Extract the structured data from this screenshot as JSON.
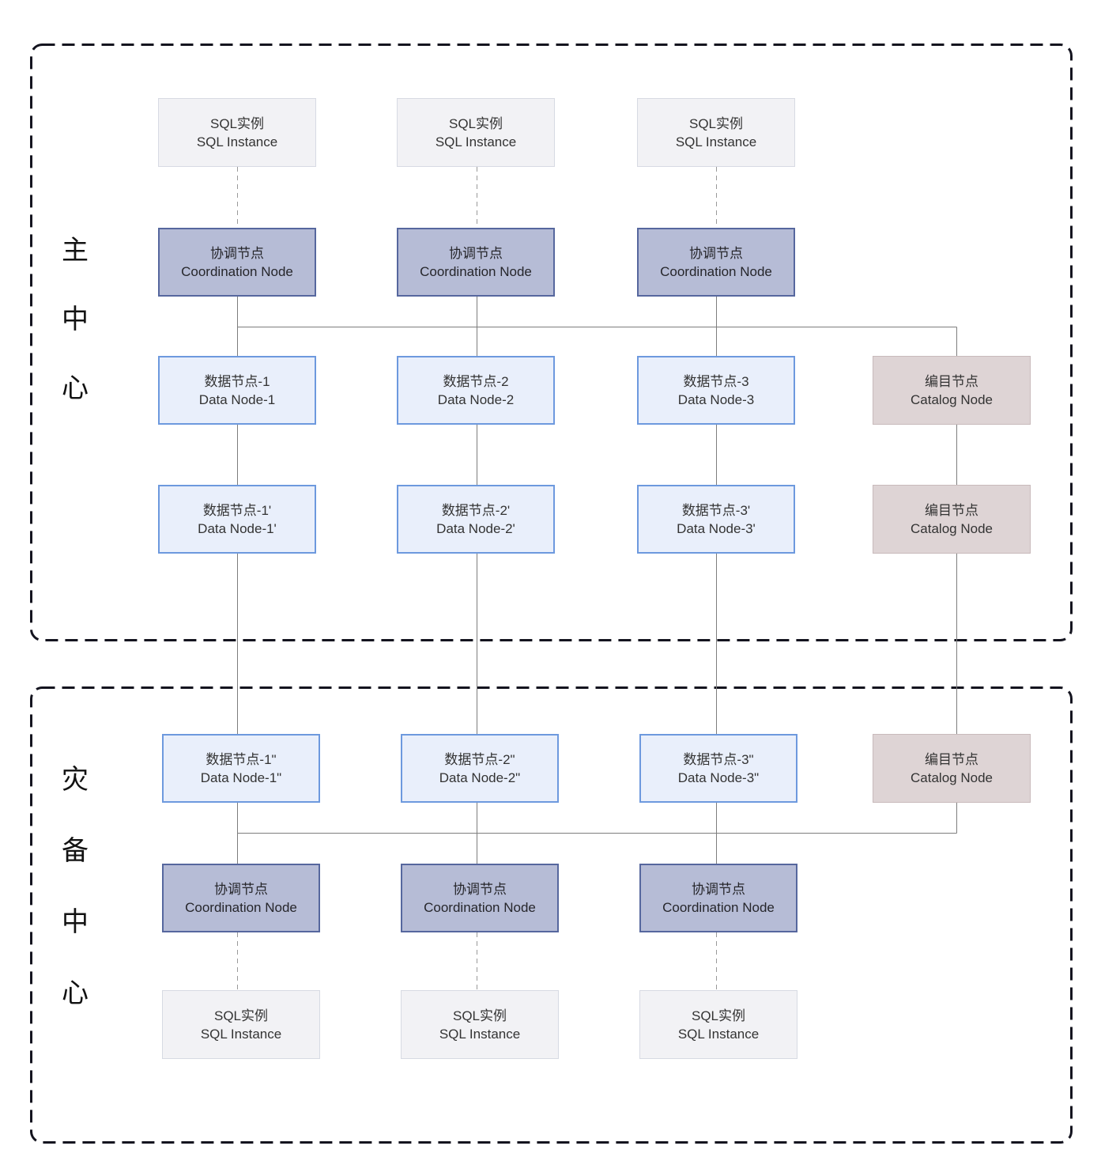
{
  "main_center": {
    "label_chars": [
      "主",
      "中",
      "心"
    ],
    "sql_instances": [
      {
        "zh": "SQL实例",
        "en": "SQL Instance"
      },
      {
        "zh": "SQL实例",
        "en": "SQL Instance"
      },
      {
        "zh": "SQL实例",
        "en": "SQL Instance"
      }
    ],
    "coordination_nodes": [
      {
        "zh": "协调节点",
        "en": "Coordination Node"
      },
      {
        "zh": "协调节点",
        "en": "Coordination Node"
      },
      {
        "zh": "协调节点",
        "en": "Coordination Node"
      }
    ],
    "data_nodes_row1": [
      {
        "zh": "数据节点-1",
        "en": "Data Node-1"
      },
      {
        "zh": "数据节点-2",
        "en": "Data Node-2"
      },
      {
        "zh": "数据节点-3",
        "en": "Data Node-3"
      }
    ],
    "data_nodes_row2": [
      {
        "zh": "数据节点-1'",
        "en": "Data Node-1'"
      },
      {
        "zh": "数据节点-2'",
        "en": "Data Node-2'"
      },
      {
        "zh": "数据节点-3'",
        "en": "Data Node-3'"
      }
    ],
    "catalog_nodes": [
      {
        "zh": "编目节点",
        "en": "Catalog Node"
      },
      {
        "zh": "编目节点",
        "en": "Catalog Node"
      }
    ]
  },
  "dr_center": {
    "label_chars": [
      "灾",
      "备",
      "中",
      "心"
    ],
    "data_nodes": [
      {
        "zh": "数据节点-1\"",
        "en": "Data Node-1\""
      },
      {
        "zh": "数据节点-2\"",
        "en": "Data Node-2\""
      },
      {
        "zh": "数据节点-3\"",
        "en": "Data Node-3\""
      }
    ],
    "coordination_nodes": [
      {
        "zh": "协调节点",
        "en": "Coordination Node"
      },
      {
        "zh": "协调节点",
        "en": "Coordination Node"
      },
      {
        "zh": "协调节点",
        "en": "Coordination Node"
      }
    ],
    "sql_instances": [
      {
        "zh": "SQL实例",
        "en": "SQL Instance"
      },
      {
        "zh": "SQL实例",
        "en": "SQL Instance"
      },
      {
        "zh": "SQL实例",
        "en": "SQL Instance"
      }
    ],
    "catalog_node": {
      "zh": "编目节点",
      "en": "Catalog Node"
    }
  },
  "colors": {
    "sql_fill": "#f2f2f5",
    "sql_border": "#d7dae3",
    "coordination_fill": "#b6bcd6",
    "coordination_border": "#56679e",
    "data_fill": "#e9effb",
    "data_border": "#6d99de",
    "catalog_fill": "#ded4d5",
    "catalog_border": "#c8babb",
    "connector_line": "#7d7d7d",
    "region_border": "#14141f"
  }
}
